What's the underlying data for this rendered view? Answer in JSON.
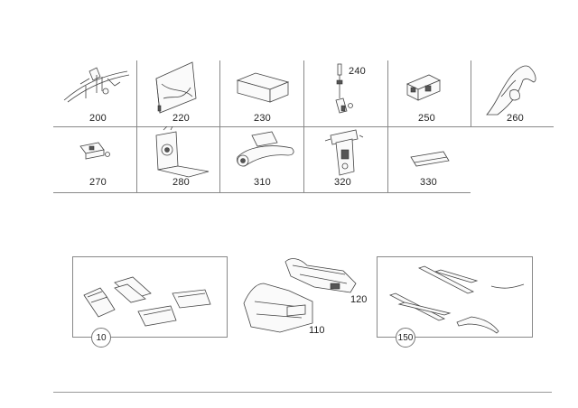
{
  "parts_grid": {
    "row1": [
      "200",
      "220",
      "230",
      "240",
      "250",
      "260"
    ],
    "row2": [
      "270",
      "280",
      "310",
      "320",
      "330"
    ]
  },
  "groups": {
    "mats": {
      "number": "10"
    },
    "panels": {
      "callouts": [
        "120",
        "110"
      ]
    },
    "sill_strips": {
      "number": "150"
    }
  }
}
